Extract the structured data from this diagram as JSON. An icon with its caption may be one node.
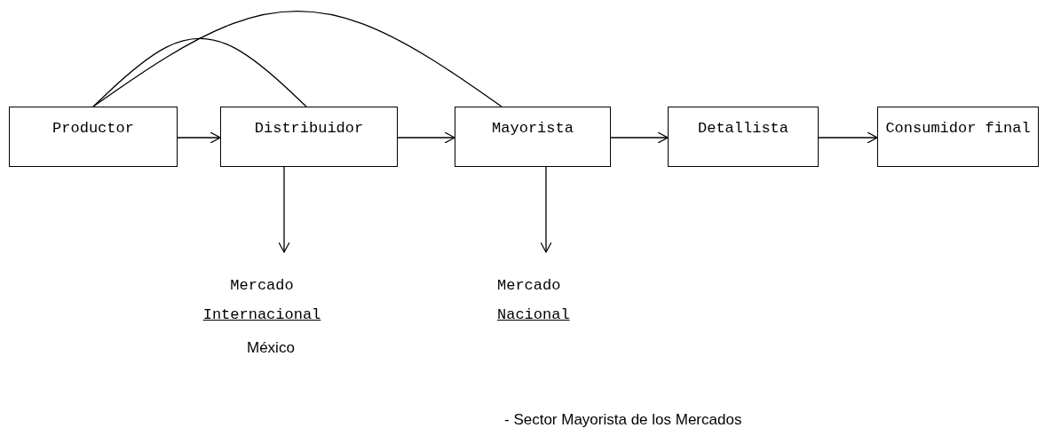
{
  "diagram": {
    "nodes": [
      {
        "text": [
          "Productor"
        ]
      },
      {
        "text": [
          "Distribuidor"
        ]
      },
      {
        "text": [
          "Mayorista"
        ]
      },
      {
        "text": [
          "Detallista"
        ]
      },
      {
        "text": [
          "Consumidor final"
        ]
      },
      {
        "text": [
          "Mercado",
          "Internacional"
        ]
      },
      {
        "text": [
          "Mercado",
          "Nacional"
        ]
      }
    ],
    "edges": [
      {
        "from": 0,
        "to": 1,
        "arrow": "to"
      },
      {
        "from": 1,
        "to": 2,
        "arrow": "to"
      },
      {
        "from": 2,
        "to": 3,
        "arrow": "to"
      },
      {
        "from": 3,
        "to": 4,
        "arrow": "to"
      },
      {
        "from": 0,
        "to": 1,
        "arrow": "none"
      },
      {
        "from": 0,
        "to": 2,
        "arrow": "none"
      },
      {
        "from": 1,
        "to": 5,
        "arrow": "to"
      },
      {
        "from": 2,
        "to": 6,
        "arrow": "to"
      }
    ],
    "labels": [
      "México",
      "- Sector Mayorista de los Mercados"
    ]
  }
}
